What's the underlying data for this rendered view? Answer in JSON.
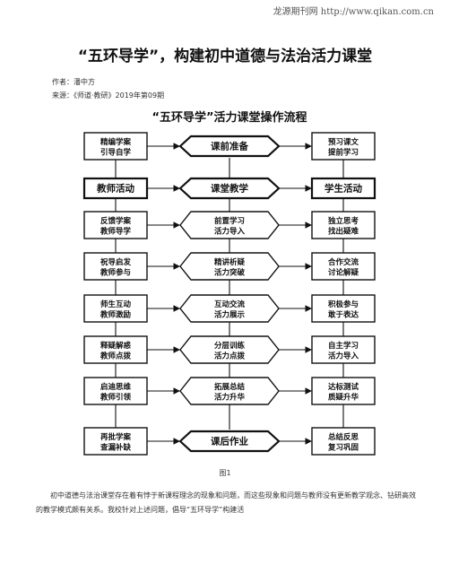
{
  "header": {
    "site": "龙源期刊网 http://www.qikan.com.cn"
  },
  "article": {
    "title": "“五环导学”，构建初中道德与法治活力课堂",
    "author": "作者：潘中方",
    "source": "来源：《师道·教研》2019年第09期"
  },
  "flowchart": {
    "title": "“五环导学”活力课堂操作流程",
    "left": [
      [
        "精编学案",
        "引导自学"
      ],
      [
        "教师活动"
      ],
      [
        "反馈学案",
        "教师导学"
      ],
      [
        "祝导启发",
        "教师参与"
      ],
      [
        "师生互动",
        "教师激励"
      ],
      [
        "释疑解惑",
        "教师点拨"
      ],
      [
        "启迪思维",
        "教师引领"
      ],
      [
        "再批学案",
        "查漏补缺"
      ]
    ],
    "center": [
      [
        "课前准备"
      ],
      [
        "课堂教学"
      ],
      [
        "前置学习",
        "活力导入"
      ],
      [
        "精讲析疑",
        "活力突破"
      ],
      [
        "互动交流",
        "活力展示"
      ],
      [
        "分层训练",
        "活力点拨"
      ],
      [
        "拓展总结",
        "活力升华"
      ],
      [
        "课后作业"
      ]
    ],
    "right": [
      [
        "预习课文",
        "提前学习"
      ],
      [
        "学生活动"
      ],
      [
        "独立思考",
        "找出疑难"
      ],
      [
        "合作交流",
        "讨论解疑"
      ],
      [
        "积极参与",
        "敢于表达"
      ],
      [
        "自主学习",
        "活力导入"
      ],
      [
        "达标测试",
        "质疑升华"
      ],
      [
        "总结反思",
        "复习巩固"
      ]
    ]
  },
  "caption": "图1",
  "paragraph": "初中道德与法治课堂存在着有悖于新课程理念的现象和问题，而这些现象和问题与教师没有更新教学观念、钻研高效的教学模式颇有关系。我校针对上述问题，倡导“五环导学”构建活"
}
